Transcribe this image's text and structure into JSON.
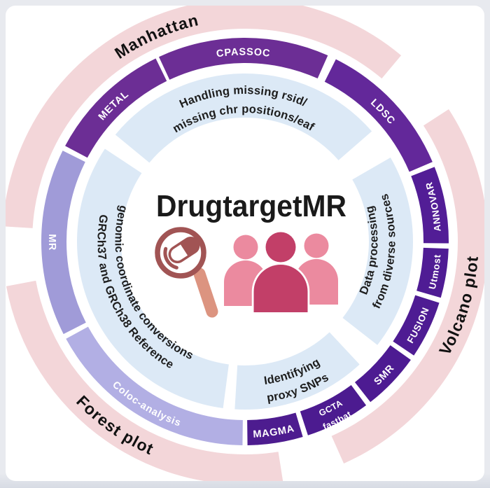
{
  "frame": {
    "bg": "#e8eaef",
    "card_bg": "#ffffff"
  },
  "center": {
    "title": "DrugtargetMR",
    "title_color": "#1a1a1a",
    "magnifier_pill_icon": {
      "ring_color": "#a15454",
      "pill_fill": "#a15454",
      "handle_color": "#dc9480"
    },
    "people_icon": {
      "front_person_color": "#c23f68",
      "back_person_color": "#eb8a9f"
    }
  },
  "outer_ring": {
    "color": "#f3d6d9",
    "label_color": "#111111",
    "arcs": [
      {
        "label": "Manhattan",
        "start": -86.4,
        "end": 40,
        "dir": "cw"
      },
      {
        "label": "Volcano plot",
        "start": 57,
        "end": 156,
        "dir": "ccw"
      },
      {
        "label": "Forest plot",
        "start": 171,
        "end": 259.4,
        "dir": "ccw"
      }
    ]
  },
  "tool_ring": {
    "label_color": "#ffffff",
    "segments": [
      {
        "label": "CPASSOC",
        "start": 335,
        "end": 384,
        "dir": "cw",
        "color": "#6c2e95"
      },
      {
        "label": "LDSC",
        "start": 26.5,
        "end": 67,
        "dir": "cw",
        "color": "#63289a"
      },
      {
        "label": "ANNOVAR",
        "start": 68.5,
        "end": 90.5,
        "dir": "ccw",
        "color": "#521d96",
        "size": 13.5
      },
      {
        "label": "Utmost",
        "start": 92,
        "end": 106,
        "dir": "ccw",
        "color": "#4f1c94",
        "size": 13.5
      },
      {
        "label": "FUSION",
        "start": 107.5,
        "end": 124,
        "dir": "ccw",
        "color": "#4e1c93",
        "size": 13.5
      },
      {
        "label": "SMR",
        "start": 125.5,
        "end": 142,
        "dir": "ccw",
        "color": "#4d1b92"
      },
      {
        "label": "GCTA fastbat",
        "lines": [
          "GCTA",
          "fastbat"
        ],
        "start": 143.5,
        "end": 162,
        "dir": "ccw",
        "color": "#4c1b90"
      },
      {
        "label": "MAGMA",
        "start": 163.5,
        "end": 179.3,
        "dir": "ccw",
        "color": "#4d1c8f"
      },
      {
        "label": "Coloc-analysis",
        "start": 180.7,
        "end": 241.5,
        "dir": "ccw",
        "color": "#b2afe4"
      },
      {
        "label": "MR",
        "start": 243,
        "end": 296.5,
        "dir": "ccw",
        "color": "#a09bd8"
      },
      {
        "label": "METAL",
        "start": 298,
        "end": 334,
        "dir": "cw",
        "color": "#6c2e95"
      }
    ]
  },
  "task_ring": {
    "color": "#dce9f6",
    "label_color": "#1d1d1d",
    "arcs": [
      {
        "lines": [
          "Handling missing rsid/",
          "missing chr positions/eaf"
        ],
        "start": 309.5,
        "end": 409,
        "dir": "cw",
        "radii": [
          211,
          184
        ]
      },
      {
        "lines": [
          "Data processing",
          "from diverse sources"
        ],
        "start": 60,
        "end": 128,
        "dir": "ccw",
        "radii": [
          189.5,
          214.5
        ]
      },
      {
        "lines": [
          "Identifying",
          "proxy SNPs"
        ],
        "start": 137,
        "end": 183.5,
        "dir": "ccw",
        "radii": [
          206,
          231
        ]
      },
      {
        "lines": [
          "GRCh37 and GRCh38 Reference",
          "genomic coordinate conversions"
        ],
        "start": 187.5,
        "end": 303.5,
        "dir": "ccw",
        "radii": [
          210.5,
          185.5
        ]
      }
    ]
  }
}
